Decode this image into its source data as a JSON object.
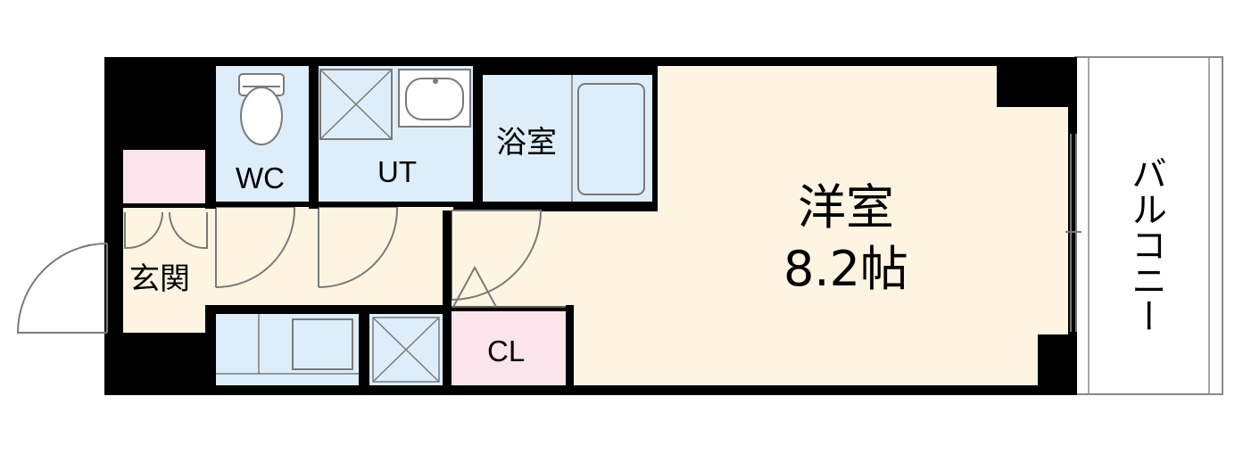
{
  "rooms": {
    "entrance": {
      "label": "玄関"
    },
    "wc": {
      "label": "WC"
    },
    "utility": {
      "label": "UT"
    },
    "bath": {
      "label": "浴室"
    },
    "closet": {
      "label": "CL"
    },
    "western_room": {
      "label": "洋室",
      "size": "8.2帖"
    },
    "balcony": {
      "label": "バルコニー"
    }
  },
  "colors": {
    "wall": "#000000",
    "wet_area": "#ddeefa",
    "living_floor": "#fdf5e1",
    "storage": "#fce4ec",
    "fixture_line": "#7a7a7a",
    "balcony_line": "#8a8a8a"
  }
}
